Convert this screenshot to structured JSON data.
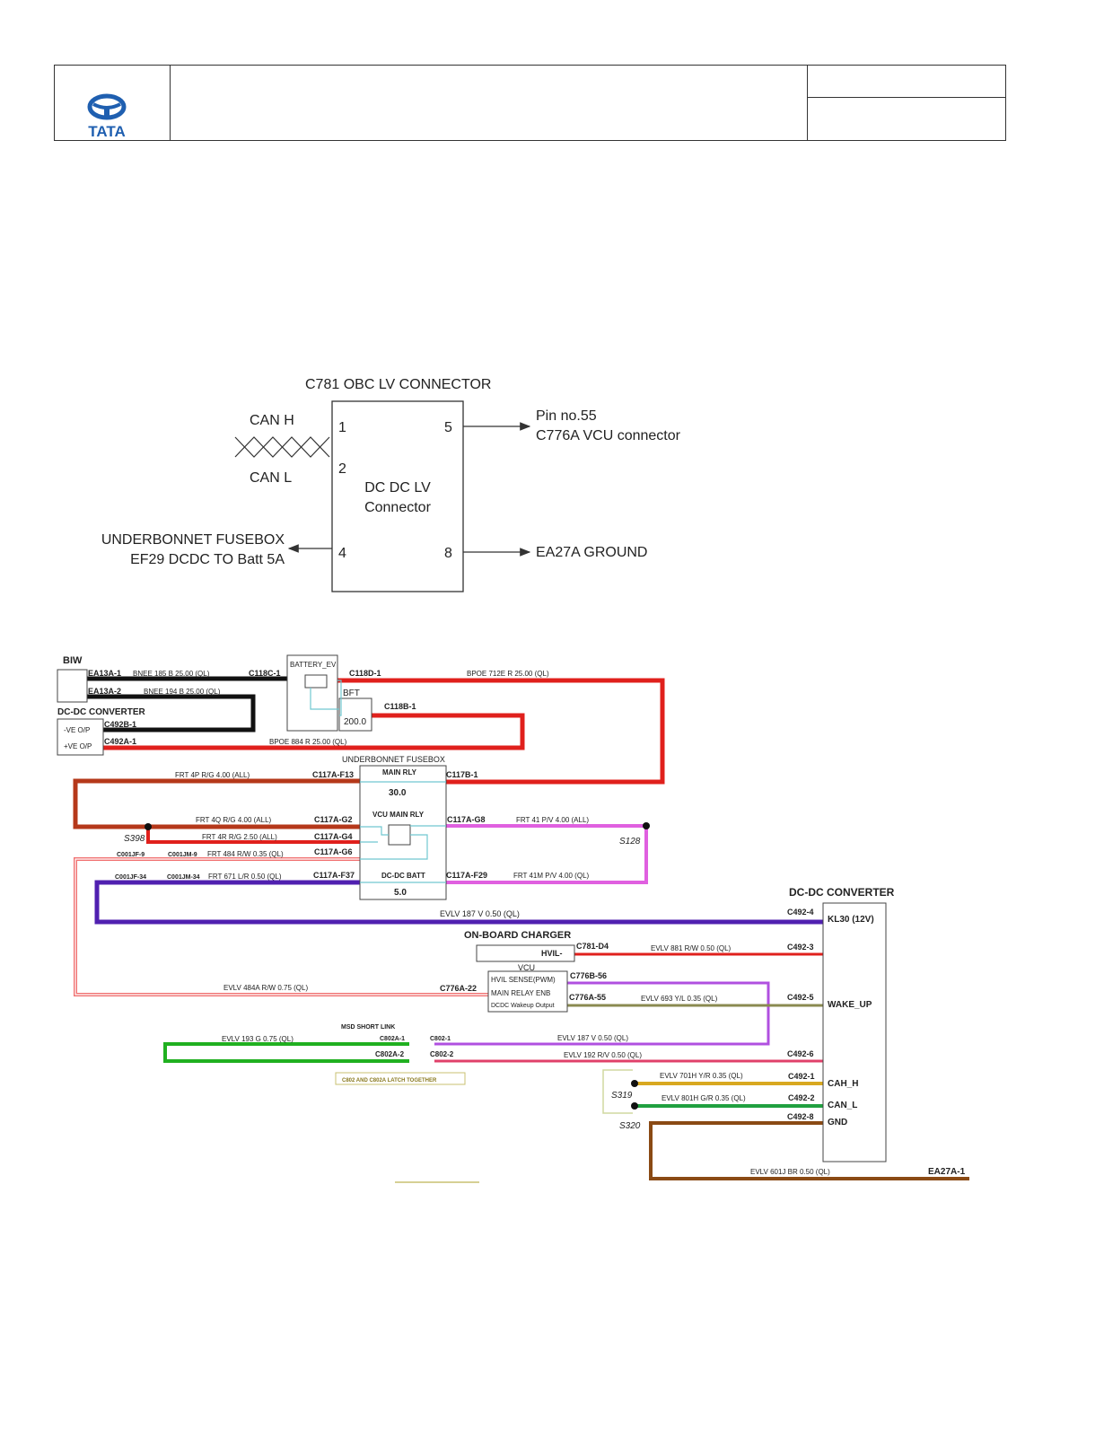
{
  "header": {
    "logo_text": "TATA",
    "logo_color": "#1f5fb0"
  },
  "connector_diagram": {
    "title": "C781 OBC LV CONNECTOR",
    "box_label_line1": "DC DC LV",
    "box_label_line2": "Connector",
    "can_h": "CAN H",
    "can_l": "CAN L",
    "pin1": "1",
    "pin2": "2",
    "pin4": "4",
    "pin5": "5",
    "pin8": "8",
    "pin5_target_line1": "Pin no.55",
    "pin5_target_line2": "C776A VCU connector",
    "pin4_target_line1": "UNDERBONNET FUSEBOX",
    "pin4_target_line2": "EF29 DCDC TO Batt 5A",
    "pin8_target": "EA27A GROUND"
  },
  "schematic": {
    "colors": {
      "black": "#111111",
      "red": "#e0201c",
      "brown_red": "#b5381a",
      "pink": "#e060e0",
      "purple": "#5020b0",
      "violet": "#b050e0",
      "olive": "#8a8a50",
      "green": "#20b020",
      "yellow": "#d8a820",
      "brown": "#8a4a14",
      "light_red": "#f07070",
      "teal": "#70c8d0"
    },
    "labels": {
      "biw": "BIW",
      "battery_ev": "BATTERY_EV",
      "bft": "BFT",
      "bft_value": "200.0",
      "dcdc_left": "DC-DC CONVERTER",
      "ve_minus": "-VE O/P",
      "ve_plus": "+VE O/P",
      "underbonnet": "UNDERBONNET FUSEBOX",
      "main_rly": "MAIN RLY",
      "main_rly_value": "30.0",
      "vcu_main_rly": "VCU MAIN RLY",
      "dcdc_batt": "DC-DC BATT",
      "dcdc_batt_value": "5.0",
      "dcdc_right": "DC-DC CONVERTER",
      "obc": "ON-BOARD CHARGER",
      "hvil_minus": "HVIL-",
      "vcu": "VCU",
      "hvil_sense": "HVIL SENSE(PWM)",
      "main_relay_enb": "MAIN RELAY ENB",
      "dcdc_wakeup": "DCDC Wakeup Output",
      "msd_short_link": "MSD SHORT LINK",
      "latch_note": "C802 AND C802A LATCH TOGETHER",
      "kl30": "KL30 (12V)",
      "wake_up": "WAKE_UP",
      "cah_h": "CAH_H",
      "can_l": "CAN_L",
      "gnd": "GND",
      "s398": "S398",
      "s128": "S128",
      "s319": "S319",
      "s320": "S320"
    },
    "connectors": {
      "ea13a1": "EA13A-1",
      "ea13a2": "EA13A-2",
      "c118c1": "C118C-1",
      "c118d1": "C118D-1",
      "c118b1": "C118B-1",
      "c492b1": "C492B-1",
      "c492a1": "C492A-1",
      "c117af13": "C117A-F13",
      "c117b1": "C117B-1",
      "c117ag2": "C117A-G2",
      "c117ag8": "C117A-G8",
      "c117ag4": "C117A-G4",
      "c001jf9": "C001JF-9",
      "c001jm9": "C001JM-9",
      "c117ag6": "C117A-G6",
      "c001jf34": "C001JF-34",
      "c001jm34": "C001JM-34",
      "c117af37": "C117A-F37",
      "c117af29": "C117A-F29",
      "c4924": "C492-4",
      "c781d4": "C781-D4",
      "c4923": "C492-3",
      "c776b56": "C776B-56",
      "c776a22": "C776A-22",
      "c776a55": "C776A-55",
      "c4925": "C492-5",
      "c802a1": "C802A-1",
      "c8021": "C802-1",
      "c802a2": "C802A-2",
      "c8022": "C802-2",
      "c4926": "C492-6",
      "c4921": "C492-1",
      "c4922": "C492-2",
      "c4928": "C492-8",
      "ea27a1": "EA27A-1"
    },
    "wires": {
      "w_bnee185": "BNEE   185   B   25.00   (QL)",
      "w_bnee194": "BNEE   194   B   25.00   (QL)",
      "w_bpoe712e": "BPOE   712E   R   25.00   (QL)",
      "w_bpoe884": "BPOE   884   R   25.00   (QL)",
      "w_frt4p": "FRT   4P   R/G   4.00   (ALL)",
      "w_frt4q": "FRT   4Q   R/G   4.00   (ALL)",
      "w_frt4r": "FRT   4R   R/G   2.50   (ALL)",
      "w_frt41": "FRT   41   P/V   4.00   (ALL)",
      "w_frt484": "FRT   484   R/W   0.35   (QL)",
      "w_frt671": "FRT   671   L/R   0.50   (QL)",
      "w_frt41m": "FRT   41M   P/V   4.00   (QL)",
      "w_evlv187v": "EVLV   187   V   0.50   (QL)",
      "w_evlv881": "EVLV   881   R/W   0.50   (QL)",
      "w_evlv484a": "EVLV   484A   R/W   0.75   (QL)",
      "w_evlv693": "EVLV   693   Y/L   0.35   (QL)",
      "w_evlv193": "EVLV   193   G   0.75   (QL)",
      "w_evlv187b": "EVLV   187   V   0.50   (QL)",
      "w_evlv192": "EVLV   192   R/V   0.50   (QL)",
      "w_evlv701h": "EVLV   701H   Y/R   0.35   (QL)",
      "w_evlv801h": "EVLV   801H   G/R   0.35   (QL)",
      "w_evlv601j": "EVLV   601J   BR   0.50   (QL)"
    }
  }
}
